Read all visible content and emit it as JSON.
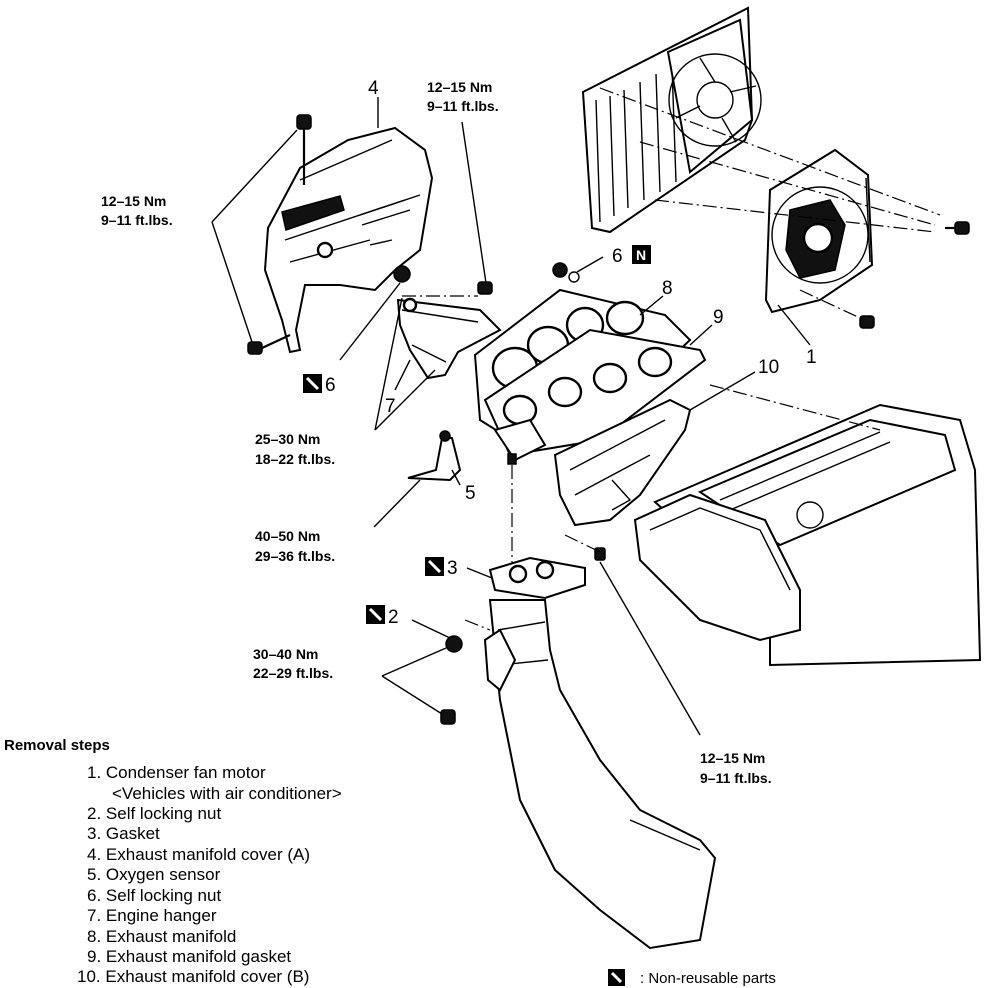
{
  "torque_labels": {
    "t_top_center": {
      "nm": "12–15 Nm",
      "ft": "9–11 ft.lbs."
    },
    "t_top_left": {
      "nm": "12–15 Nm",
      "ft": "9–11 ft.lbs."
    },
    "t_hanger": {
      "nm": "25–30 Nm",
      "ft": "18–22 ft.lbs."
    },
    "t_sensor": {
      "nm": "40–50 Nm",
      "ft": "29–36 ft.lbs."
    },
    "t_nut2": {
      "nm": "30–40 Nm",
      "ft": "22–29 ft.lbs."
    },
    "t_bottom_right": {
      "nm": "12–15 Nm",
      "ft": "9–11 ft.lbs."
    }
  },
  "callouts": {
    "c1": "1",
    "c2": "2",
    "c3": "3",
    "c4": "4",
    "c5": "5",
    "c6_top": "6",
    "c6_left": "6",
    "c7": "7",
    "c8": "8",
    "c9": "9",
    "c10": "10",
    "badge_letter": "N"
  },
  "removal": {
    "heading": "Removal steps",
    "steps": [
      "1. Condenser fan motor",
      "<Vehicles with air conditioner>",
      "2. Self locking nut",
      "3. Gasket",
      "4. Exhaust manifold cover (A)",
      "5. Oxygen sensor",
      "6. Self locking nut",
      "7. Engine hanger",
      "8. Exhaust manifold",
      "9. Exhaust manifold gasket",
      "10. Exhaust manifold cover (B)"
    ]
  },
  "legend": {
    "text": ":  Non-reusable parts"
  }
}
